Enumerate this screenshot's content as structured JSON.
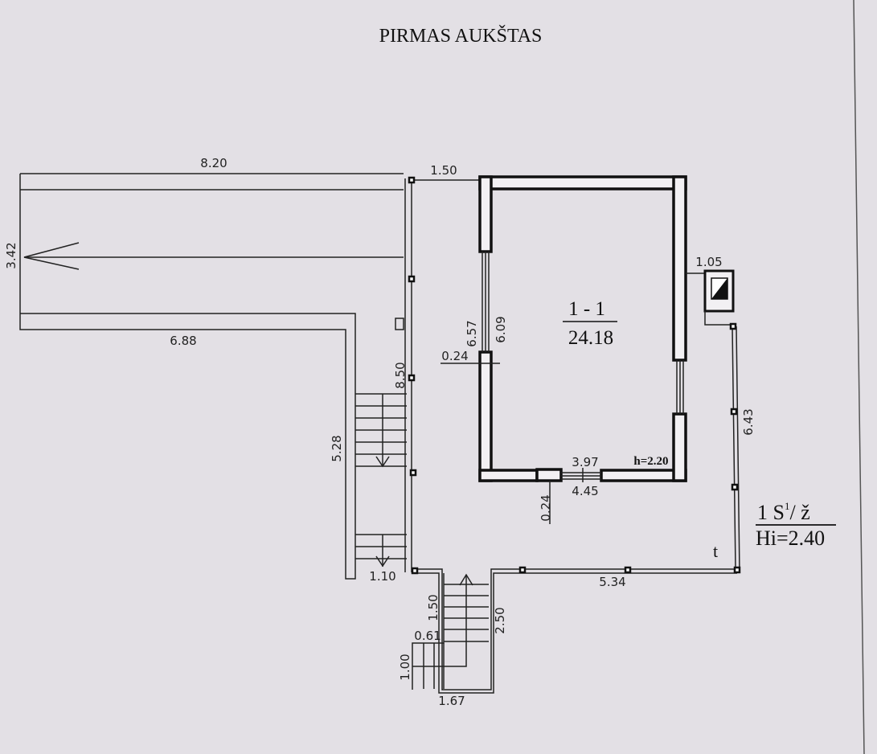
{
  "title": "PIRMAS AUKŠTAS",
  "room": {
    "id": "1 - 1",
    "area": "24.18",
    "height": "h=2.20"
  },
  "floor_label": {
    "top": "1 S",
    "superscript": "1",
    "suffix": "/ ž",
    "bottom": "Hi=2.40"
  },
  "marker_t": "t",
  "dimensions": {
    "ramp_top": "8.20",
    "ramp_height": "3.42",
    "ramp_bottom": "6.88",
    "side_length": "5.28",
    "wall_left_gap": "1.10",
    "veranda_top": "1.50",
    "veranda_left": "8.50",
    "room_outer_height": "6.57",
    "room_inner_height": "6.09",
    "wall_thickness_h": "0.24",
    "wall_thickness_v": "0.24",
    "room_inner_width": "3.97",
    "room_outer_width": "4.45",
    "chimney": "1.05",
    "veranda_right": "6.43",
    "veranda_bottom": "5.34",
    "stair_upper": "1.50",
    "stair_landing": "0.61",
    "stair_lower": "1.00",
    "stair_right": "2.50",
    "stair_width": "1.67"
  }
}
